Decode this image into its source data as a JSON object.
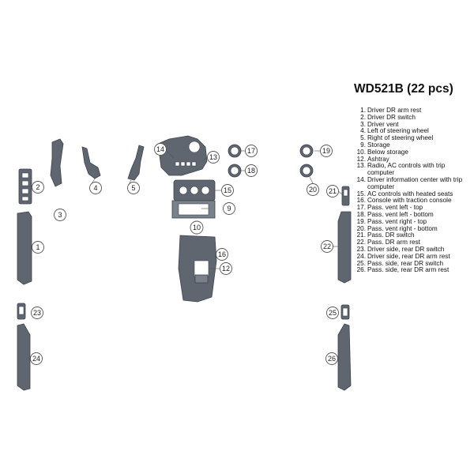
{
  "kit": {
    "title": "WD521B (22 pcs)"
  },
  "parts_list": [
    {
      "num": "1.",
      "label": "Driver DR arm rest"
    },
    {
      "num": "2.",
      "label": "Driver DR switch"
    },
    {
      "num": "3.",
      "label": "Driver vent"
    },
    {
      "num": "4.",
      "label": "Left of steering wheel"
    },
    {
      "num": "5.",
      "label": "Right of steering wheel"
    },
    {
      "num": "9.",
      "label": "Storage"
    },
    {
      "num": "10.",
      "label": "Below storage"
    },
    {
      "num": "12.",
      "label": "Ashtray"
    },
    {
      "num": "13.",
      "label": "Radio, AC controls with trip computer"
    },
    {
      "num": "14.",
      "label": "Driver information center with trip computer"
    },
    {
      "num": "15.",
      "label": "AC controls with heated seats"
    },
    {
      "num": "16.",
      "label": "Console with traction console"
    },
    {
      "num": "17.",
      "label": "Pass. vent left - top"
    },
    {
      "num": "18.",
      "label": "Pass. vent left - bottom"
    },
    {
      "num": "19.",
      "label": "Pass. vent right - top"
    },
    {
      "num": "20.",
      "label": "Pass. vent right - bottom"
    },
    {
      "num": "21.",
      "label": "Pass. DR switch"
    },
    {
      "num": "22.",
      "label": "Pass. DR arm rest"
    },
    {
      "num": "23.",
      "label": "Driver side, rear DR switch"
    },
    {
      "num": "24.",
      "label": "Driver side, rear DR arm rest"
    },
    {
      "num": "25.",
      "label": "Pass. side, rear DR switch"
    },
    {
      "num": "26.",
      "label": "Pass. side, rear DR arm rest"
    }
  ],
  "callouts": {
    "c1": "1",
    "c2": "2",
    "c3": "3",
    "c4": "4",
    "c5": "5",
    "c9": "9",
    "c10": "10",
    "c12": "12",
    "c13": "13",
    "c14": "14",
    "c15": "15",
    "c16": "16",
    "c17": "17",
    "c18": "18",
    "c19": "19",
    "c20": "20",
    "c21": "21",
    "c22": "22",
    "c23": "23",
    "c24": "24",
    "c25": "25",
    "c26": "26"
  },
  "colors": {
    "piece_fill": "#5f6670",
    "piece_outline": "#3e444c"
  }
}
